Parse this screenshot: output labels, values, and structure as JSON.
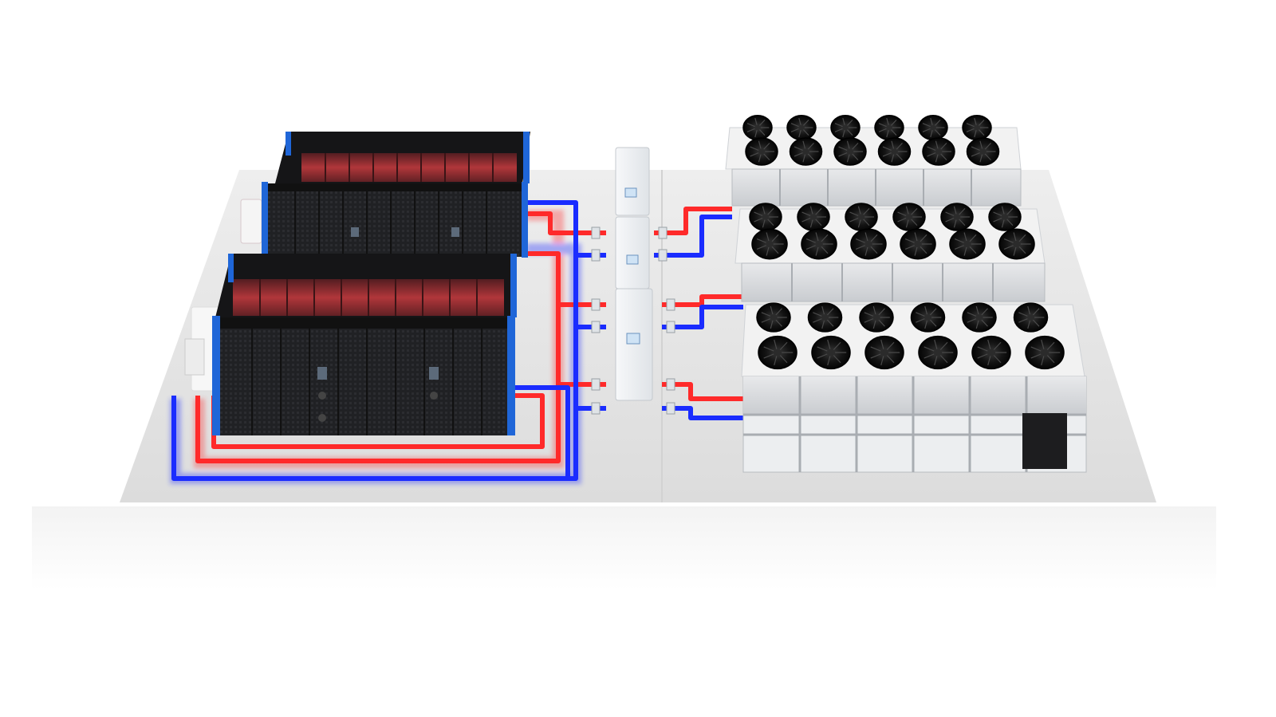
{
  "scene": {
    "description_hidden": "",
    "colors": {
      "background": "#ffffff",
      "platform_top": "#e4e4e4",
      "platform_side": "#f6f6f6",
      "hot_pipe": "#ff2a2a",
      "cold_pipe": "#1a2cff",
      "container_body": "#1c1c1e",
      "container_edge": "#1f66d8",
      "rack_glow": "#c93a3a",
      "cabinet": "#f1f3f5",
      "cooler_frame": "#cfd2d6",
      "fan": "#1a1a1a"
    },
    "containers": {
      "count": 2,
      "icon": "container-icon"
    },
    "cdu_cabinets": {
      "count": 3,
      "icon": "cabinet-icon"
    },
    "dry_coolers": {
      "count": 3,
      "fans_per_row": 6,
      "rows_per_unit": 2,
      "icon": "fan-icon"
    }
  }
}
